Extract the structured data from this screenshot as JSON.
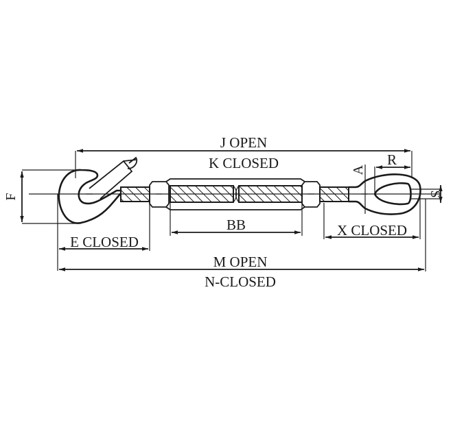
{
  "diagram": {
    "subject": "Turnbuckle (hook and eye)",
    "colors": {
      "line": "#1a1a1a",
      "background": "#ffffff"
    },
    "labels": {
      "j_open": "J OPEN",
      "k_closed": "K CLOSED",
      "r": "R",
      "a": "A",
      "s": "S",
      "f": "F",
      "bb": "BB",
      "e_closed": "E CLOSED",
      "x_closed": "X CLOSED",
      "m_open": "M OPEN",
      "n_closed": "N-CLOSED"
    },
    "components": [
      {
        "name": "hook-end"
      },
      {
        "name": "hook-threaded-stub"
      },
      {
        "name": "turnbuckle-body"
      },
      {
        "name": "eye-threaded-stub"
      },
      {
        "name": "eye-end"
      }
    ]
  }
}
